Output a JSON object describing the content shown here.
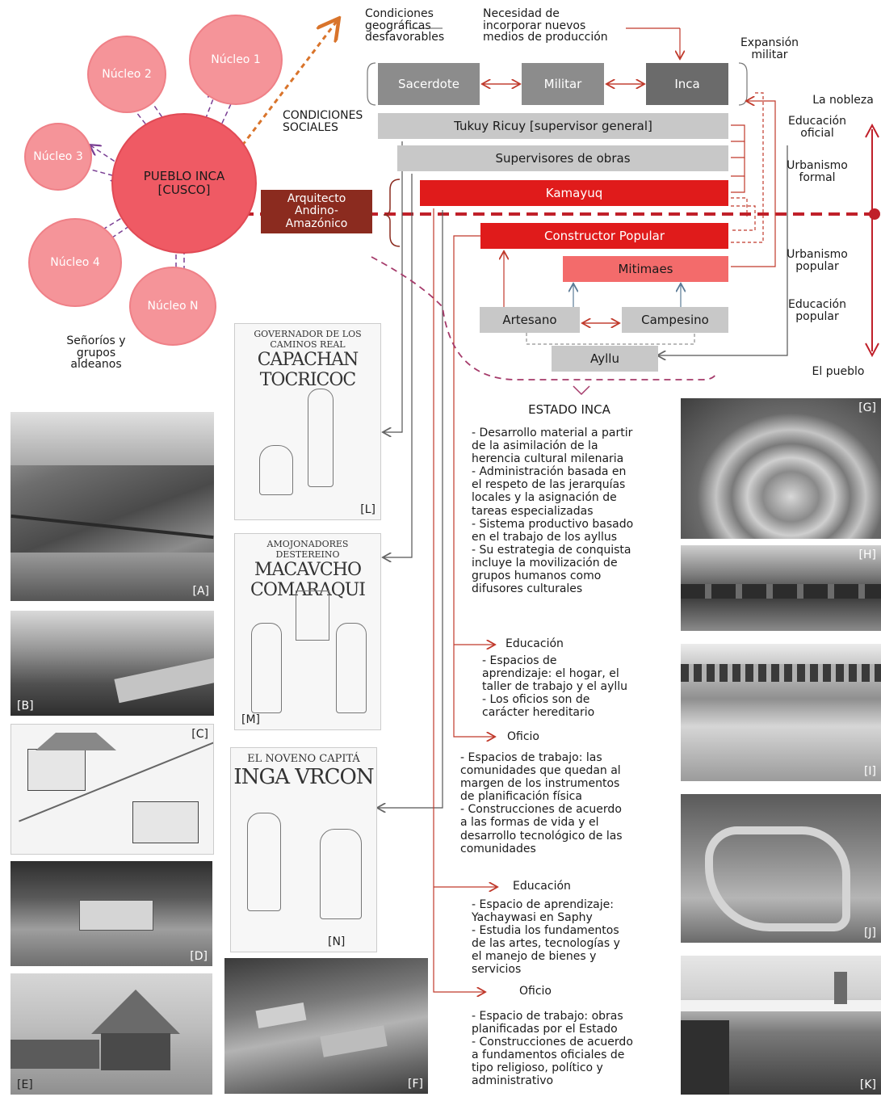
{
  "circles": {
    "main": "PUEBLO INCA\n[CUSCO]",
    "n1": "Núcleo 1",
    "n2": "Núcleo 2",
    "n3": "Núcleo 3",
    "n4": "Núcleo 4",
    "nN": "Núcleo N",
    "caption": "Señoríos y\ngrupos\naldeanos"
  },
  "top_labels": {
    "cond_geo": "Condiciones\ngeográficas\ndesfavorables",
    "necesidad": "Necesidad de\nincorporar nuevos\nmedios de producción",
    "expansion": "Expansión\nmilitar",
    "condiciones_sociales": "CONDICIONES\nSOCIALES"
  },
  "hierarchy": {
    "sacerdote": "Sacerdote",
    "militar": "Militar",
    "inca": "Inca",
    "tukuy": "Tukuy Ricuy [supervisor general]",
    "supervisores": "Supervisores de obras",
    "kamayuq": "Kamayuq",
    "constructor": "Constructor Popular",
    "mitimaes": "Mitimaes",
    "artesano": "Artesano",
    "campesino": "Campesino",
    "ayllu": "Ayllu",
    "arquitecto": "Arquitecto\nAndino-\nAmazónico"
  },
  "side_labels": {
    "nobleza": "La nobleza",
    "educ_oficial": "Educación\noficial",
    "urb_formal": "Urbanismo\nformal",
    "urb_popular": "Urbanismo\npopular",
    "educ_popular": "Educación\npopular",
    "pueblo": "El pueblo"
  },
  "estado": {
    "title": "ESTADO INCA",
    "text": "- Desarrollo material a partir\nde la asimilación de la\nherencia cultural milenaria\n- Administración basada en\nel respeto de las jerarquías\nlocales y la asignación de\ntareas especializadas\n- Sistema productivo basado\nen el trabajo de los ayllus\n- Su estrategia de conquista\nincluye la movilización de\ngrupos humanos como\ndifusores culturales"
  },
  "popular": {
    "educacion_h": "Educación",
    "educacion_t": "- Espacios de\naprendizaje: el hogar, el\ntaller de trabajo y el ayllu\n- Los oficios son de\ncarácter hereditario",
    "oficio_h": "Oficio",
    "oficio_t": "- Espacios de trabajo: las\ncomunidades que quedan al\nmargen de los instrumentos\nde planificación física\n- Construcciones de acuerdo\na las formas de vida y el\ndesarrollo tecnológico de las\ncomunidades"
  },
  "oficial": {
    "educacion_h": "Educación",
    "educacion_t": "- Espacio de aprendizaje:\nYachaywasi en Saphy\n- Estudia los fundamentos\nde las artes, tecnologías y\nel manejo de bienes y\nservicios",
    "oficio_h": "Oficio",
    "oficio_t": "- Espacio de trabajo: obras\nplanificadas por el Estado\n- Construcciones de acuerdo\na fundamentos oficiales de\ntipo religioso, político y\nadministrativo"
  },
  "drawings": {
    "L_title": "GOVERNADOR DE LOS CAMINOS REAL",
    "L_sub": "CAPACHAN TOCRICOC",
    "M_title": "AMOJONADORES DESTEREINO",
    "M_sub": "MACAVCHO COMARAQUI",
    "N_title": "EL NOVENO CAPITÁ",
    "N_sub": "INGA VRCON"
  },
  "tags": {
    "A": "[A]",
    "B": "[B]",
    "C": "[C]",
    "D": "[D]",
    "E": "[E]",
    "F": "[F]",
    "G": "[G]",
    "H": "[H]",
    "I": "[I]",
    "J": "[J]",
    "K": "[K]",
    "L": "[L]",
    "M": "[M]",
    "N": "[N]"
  },
  "colors": {
    "red": "#e01b1b",
    "pink": "#f36b6b",
    "dark_red": "#8b2b1f",
    "purple_arrow": "#8a4fa0",
    "orange_arrow": "#d9742b"
  }
}
